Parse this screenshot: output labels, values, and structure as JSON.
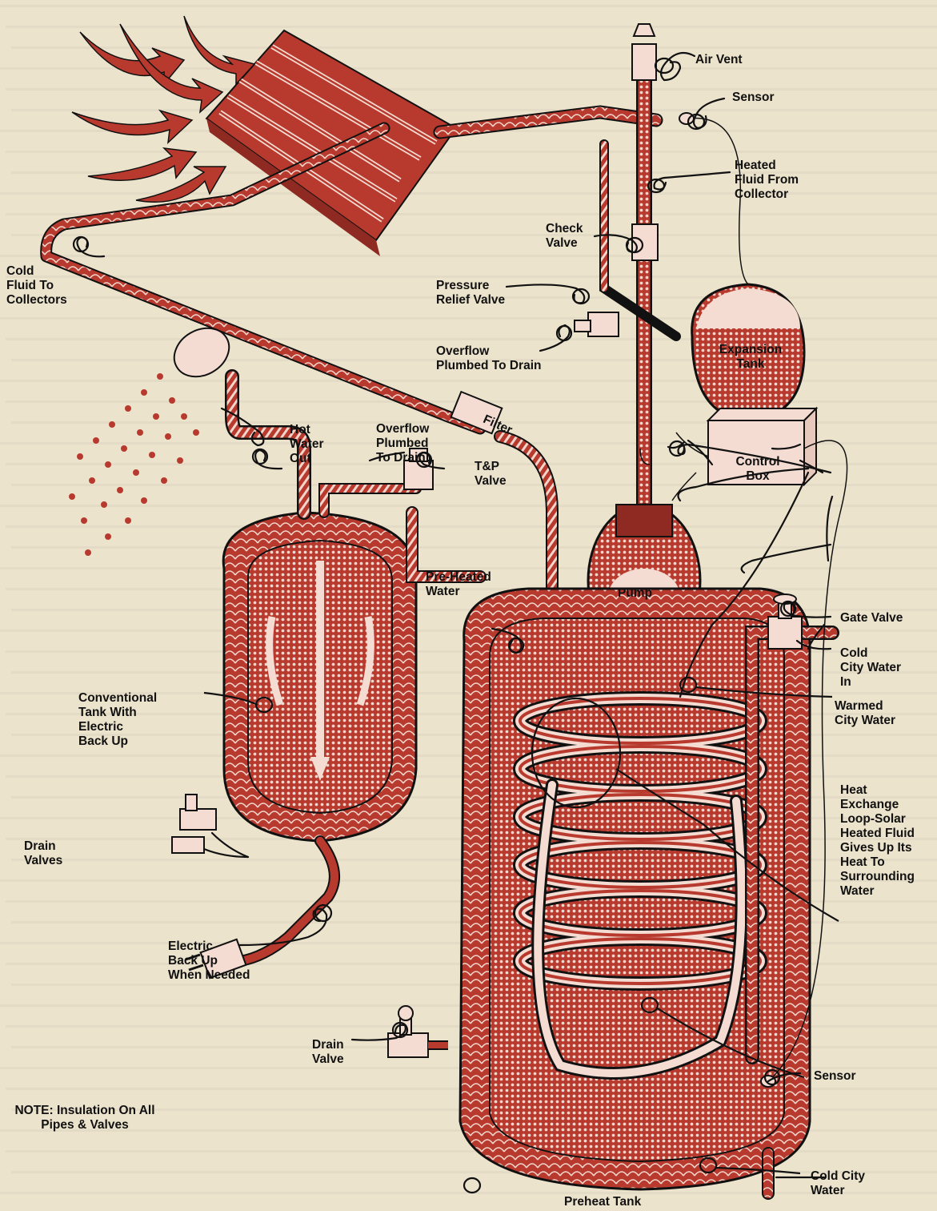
{
  "labels": {
    "air_vent": "Air Vent",
    "sensor_top": "Sensor",
    "heated_fluid": "Heated\nFluid From\nCollector",
    "check_valve": "Check\nValve",
    "cold_fluid": "Cold\nFluid To\nCollectors",
    "pressure_relief": "Pressure\nRelief Valve",
    "overflow_top": "Overflow\nPlumbed To Drain",
    "expansion_tank": "Expansion\nTank",
    "filter": "Filter",
    "hot_water_out": "Hot\nWater\nOut",
    "overflow_left": "Overflow\nPlumbed\nTo Drain",
    "tp_valve": "T&P\nValve",
    "control_box": "Control\nBox",
    "pre_heated": "Pre-Heated\nWater",
    "pump": "Pump",
    "gate_valve": "Gate Valve",
    "cold_city_in": "Cold\nCity Water\nIn",
    "conventional_tank": "Conventional\nTank With\nElectric\nBack Up",
    "warmed_city": "Warmed\nCity Water",
    "drain_valves": "Drain\nValves",
    "heat_exchange": "Heat\nExchange\nLoop-Solar\nHeated Fluid\nGives Up Its\nHeat To\nSurrounding\nWater",
    "electric_backup": "Electric\nBack Up\nWhen Needed",
    "drain_valve": "Drain\nValve",
    "sensor_bottom": "Sensor",
    "note": "NOTE: Insulation On All\nPipes & Valves",
    "cold_city_water": "Cold City\nWater",
    "preheat_tank": "Preheat Tank"
  },
  "colors": {
    "paper": "#ece3cd",
    "ink": "#111111",
    "plumbing": "#b83a2e",
    "highlight": "#f4dcd2"
  }
}
